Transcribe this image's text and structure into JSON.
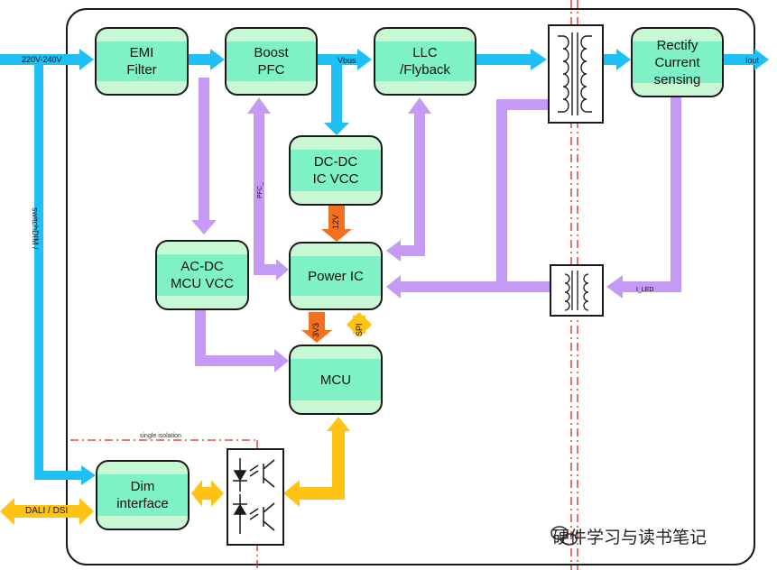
{
  "blocks": {
    "emi": "EMI\nFilter",
    "boost": "Boost\nPFC",
    "llc": "LLC\n/Flyback",
    "rectify": "Rectify\nCurrent\nsensing",
    "dcdc": "DC-DC\nIC VCC",
    "acdc": "AC-DC\nMCU VCC",
    "power_ic": "Power IC",
    "mcu": "MCU",
    "dim": "Dim\ninterface"
  },
  "labels": {
    "input": "220V-240V",
    "vbus": "Vbus",
    "iout": "Iout",
    "switchdim": "switchDIM /",
    "v12": "12V",
    "v3v3": "3V3",
    "spi": "SPI",
    "pfc": "PFC_",
    "i_led": "I_LED",
    "dali": "DALI / DSI",
    "isolation": "single isolation"
  },
  "watermark": "硬件学习与读书笔记",
  "colors": {
    "blue_arrow": "#1ec0f5",
    "purple_arrow": "#c59af5",
    "orange_arrow": "#f2701e",
    "yellow_arrow": "#ffc413",
    "block_fill": "#c8f7d4",
    "block_band": "#7ff1c6",
    "isolation_line": "#e0201c"
  }
}
